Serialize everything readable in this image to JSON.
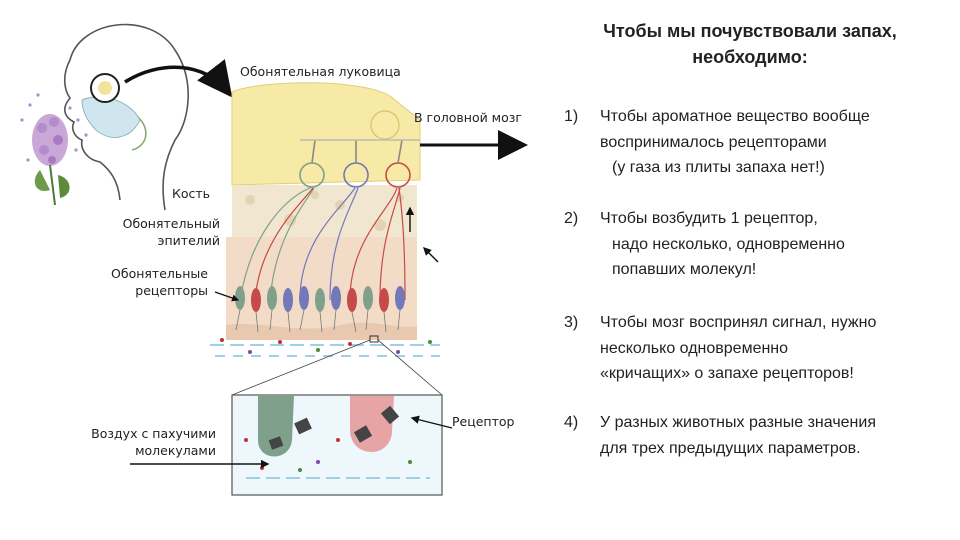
{
  "figure": {
    "labels": {
      "bulb": "Обонятельная луковица",
      "brain": "В головной мозг",
      "bone": "Кость",
      "epithelium_line1": "Обонятельный",
      "epithelium_line2": "эпителий",
      "receptors_line1": "Обонятельные",
      "receptors_line2": "рецепторы",
      "air_line1": "Воздух с пахучими",
      "air_line2": "молекулами",
      "receptor": "Рецептор"
    },
    "colors": {
      "bulb": "#f7e9a6",
      "bone": "#f1e6cf",
      "epithelium": "#f2dcc8",
      "mucus": "#eef7fb",
      "receptor_green": "#7fa08a",
      "receptor_red": "#c74a4a",
      "receptor_blue": "#7278b8",
      "receptor_pink": "#e6a4a4"
    },
    "icons": [
      "head-profile-icon",
      "lilac-flower-icon",
      "magnifier-circle-icon",
      "arrow-right-icon"
    ]
  },
  "panel": {
    "title_line1": "Чтобы мы почувствовали запах,",
    "title_line2": "необходимо:",
    "items": [
      {
        "num": "1)",
        "line1": "Чтобы ароматное вещество вообще",
        "line2": "воспринималось рецепторами",
        "line3": "(у газа из плиты запаха нет!)"
      },
      {
        "num": "2)",
        "line1": "Чтобы возбудить 1 рецептор,",
        "line2": "надо несколько, одновременно",
        "line3": "попавших молекул!"
      },
      {
        "num": "3)",
        "line1": "Чтобы мозг воспринял сигнал, нужно",
        "line2": "несколько одновременно",
        "line3": "«кричащих» о запахе рецепторов!"
      },
      {
        "num": "4)",
        "line1": "У разных животных разные значения",
        "line2": "для трех предыдущих параметров."
      }
    ]
  }
}
